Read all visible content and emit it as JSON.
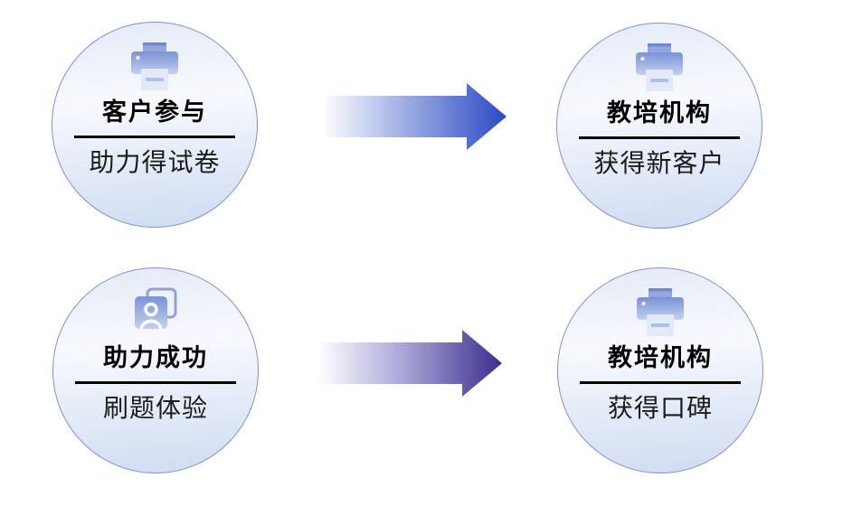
{
  "page": {
    "background": "#ffffff",
    "description": "Four-node flow diagram with two gradient arrows"
  },
  "nodes": [
    {
      "id": "top-left",
      "icon": "printer-icon",
      "title": "客户参与",
      "subtitle": "助力得试卷"
    },
    {
      "id": "top-right",
      "icon": "printer-icon",
      "title": "教培机构",
      "subtitle": "获得新客户"
    },
    {
      "id": "bottom-left",
      "icon": "photo-person-icon",
      "title": "助力成功",
      "subtitle": "刷题体验"
    },
    {
      "id": "bottom-right",
      "icon": "printer-icon",
      "title": "教培机构",
      "subtitle": "获得口碑"
    }
  ],
  "arrows": [
    {
      "id": "top-arrow",
      "direction": "right"
    },
    {
      "id": "bottom-arrow",
      "direction": "right"
    }
  ],
  "colors": {
    "arrow_top_start": "#ffffff",
    "arrow_top_mid": "#9dade4",
    "arrow_top_end": "#2c49c5",
    "arrow_bottom_start": "#ffffff",
    "arrow_bottom_mid": "#aca9da",
    "arrow_bottom_end": "#3a2e8b",
    "circle_border": "#8292cb",
    "circle_fill_top": "#e4eaf7",
    "circle_fill_mid": "#f7f9fd",
    "circle_fill_bottom": "#cedbf2",
    "icon_blue_dark": "#7b92d6",
    "icon_blue_light": "#c3d0ee",
    "divider": "#000000",
    "title_text": "#000000",
    "subtitle_text": "#1b1b1b"
  }
}
